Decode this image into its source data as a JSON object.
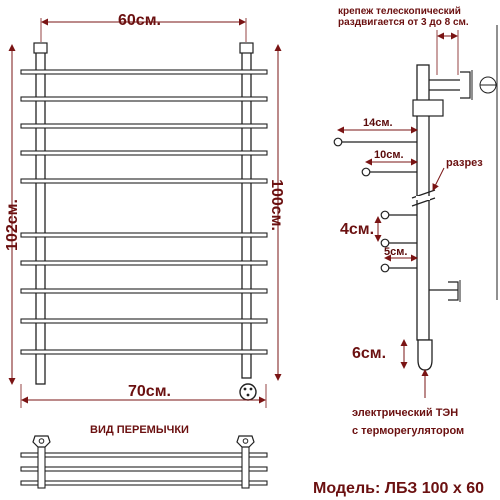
{
  "front": {
    "width_top": "60см.",
    "width_bottom": "70см.",
    "height_left": "102см.",
    "height_right": "100см."
  },
  "side": {
    "mount_line1": "крепеж телескопический",
    "mount_line2": "раздвигается от 3 до 8 см.",
    "dim_14": "14см.",
    "dim_10": "10см.",
    "cut": "разрез",
    "dim_4": "4см.",
    "dim_5": "5см.",
    "dim_6": "6см.",
    "heater_line1": "электрический   ТЭН",
    "heater_line2": "с терморегулятором"
  },
  "bridge_view": {
    "title": "ВИД ПЕРЕМЫЧКИ"
  },
  "model": {
    "label": "Модель: ЛБЗ 100 х 60"
  },
  "colors": {
    "label": "#6b1010",
    "line": "#222222",
    "arrow": "#7a1414"
  }
}
